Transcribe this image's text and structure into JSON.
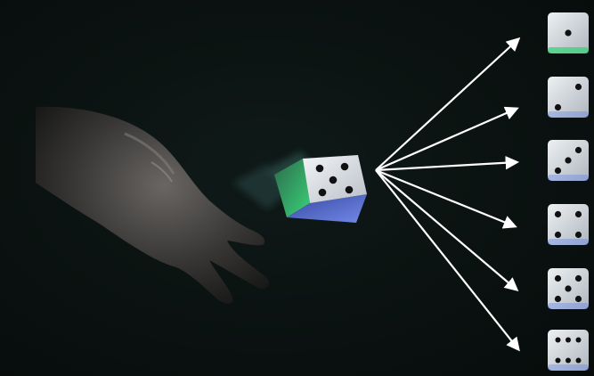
{
  "scene": {
    "subject": "hand-throwing-die",
    "thrown_die_face": 5
  },
  "outcomes": [
    {
      "face": 1
    },
    {
      "face": 2
    },
    {
      "face": 3
    },
    {
      "face": 4
    },
    {
      "face": 5
    },
    {
      "face": 6
    }
  ],
  "colors": {
    "background": "#0a1110",
    "arrow": "#ffffff",
    "die_face": "#dfe4ea",
    "pip": "#111111",
    "glow_green": "#39d27a",
    "glow_blue": "#5a7cf0"
  }
}
